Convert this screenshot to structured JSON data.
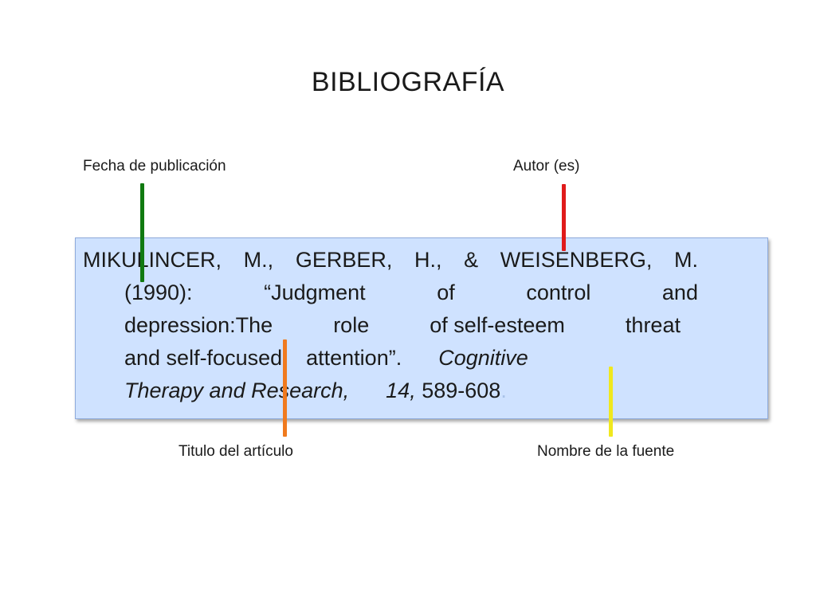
{
  "slide": {
    "title": "BIBLIOGRAFÍA"
  },
  "labels": {
    "fecha": "Fecha de publicación",
    "autor": "Autor (es)",
    "titulo": "Titulo del artículo",
    "fuente": "Nombre de la fuente"
  },
  "reference": {
    "line1": [
      "MIKULINCER,",
      "M.,",
      "GERBER,",
      "H.,",
      "&",
      "WEISENBERG,",
      "M."
    ],
    "line2": [
      "(1990):",
      "“Judgment",
      "of",
      "control",
      "and"
    ],
    "line3": [
      "depression:The",
      "role",
      "of self-esteem",
      "threat"
    ],
    "line4": {
      "part1": "and self-focused",
      "part2": "attention”.",
      "part3_italic": "Cognitive"
    },
    "line5": {
      "italic1": "Therapy and Research,",
      "italic2": "14,",
      "pages": "589-608",
      "end": "."
    }
  },
  "colors": {
    "fecha_pointer": "#117a11",
    "autor_pointer": "#e01a1a",
    "titulo_pointer": "#f07a1e",
    "fuente_pointer": "#f0e81e",
    "box_fill": "#cfe2ff",
    "box_border": "#8eaadb"
  }
}
